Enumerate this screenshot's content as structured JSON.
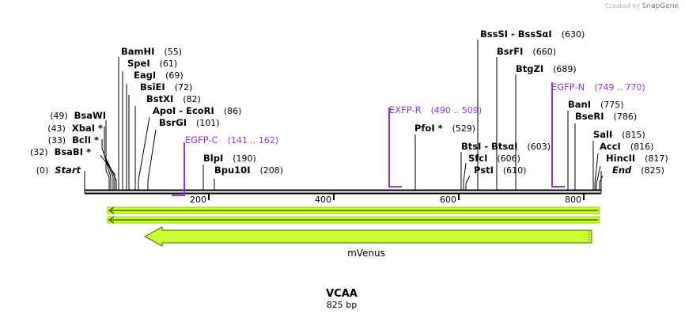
{
  "credit": {
    "created_by": "Created by",
    "brand": "SnapGene"
  },
  "sequence": {
    "name": "VCAA",
    "length_label": "825 bp",
    "length": 825
  },
  "ruler": {
    "ticks": [
      "200",
      "400",
      "600",
      "800"
    ]
  },
  "feature_label": "mVenus",
  "colors": {
    "feature_green": "#ccff33",
    "feature_stroke": "#556600",
    "primer": "#9933cc",
    "backbone": "#000000"
  },
  "left_labels": [
    {
      "name": "BsaWI",
      "pos": "(49)"
    },
    {
      "name": "XbaI *",
      "pos": "(43)"
    },
    {
      "name": "BclI *",
      "pos": "(33)"
    },
    {
      "name": "BsaBI *",
      "pos": "(32)"
    },
    {
      "name": "Start",
      "pos": "(0)"
    }
  ],
  "sites": [
    {
      "name": "BamHI",
      "pos": "(55)"
    },
    {
      "name": "SpeI",
      "pos": "(61)"
    },
    {
      "name": "EagI",
      "pos": "(69)"
    },
    {
      "name": "BsiEI",
      "pos": "(72)"
    },
    {
      "name": "BstXI",
      "pos": "(82)"
    },
    {
      "name": "ApoI  - EcoRI",
      "pos": "(86)"
    },
    {
      "name": "BsrGI",
      "pos": "(101)"
    },
    {
      "name": "BlpI",
      "pos": "(190)"
    },
    {
      "name": "Bpu10I",
      "pos": "(208)"
    },
    {
      "name": "PfoI *",
      "pos": "(529)"
    },
    {
      "name": "BssSI  - BssSαI",
      "pos": "(630)"
    },
    {
      "name": "BsrFI",
      "pos": "(660)"
    },
    {
      "name": "BtgZI",
      "pos": "(689)"
    },
    {
      "name": "BtsI  - BtsαI",
      "pos": "(603)"
    },
    {
      "name": "SfcI",
      "pos": "(606)"
    },
    {
      "name": "PstI",
      "pos": "(610)"
    },
    {
      "name": "BanI",
      "pos": "(775)"
    },
    {
      "name": "BseRI",
      "pos": "(786)"
    },
    {
      "name": "SalI",
      "pos": "(815)"
    },
    {
      "name": "AccI",
      "pos": "(816)"
    },
    {
      "name": "HincII",
      "pos": "(817)"
    },
    {
      "name": "End",
      "pos": "(825)"
    }
  ],
  "primers": [
    {
      "name": "EGFP-C",
      "range": "(141 .. 162)"
    },
    {
      "name": "EXFP-R",
      "range": "(490 .. 509)"
    },
    {
      "name": "EGFP-N",
      "range": "(749 .. 770)"
    }
  ]
}
